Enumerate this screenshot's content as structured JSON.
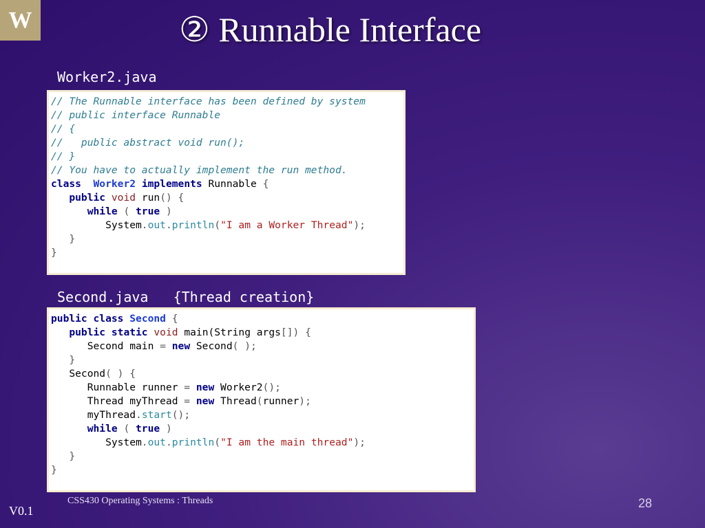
{
  "logo": {
    "text": "W",
    "color": "#b7a57a"
  },
  "title": "② Runnable Interface",
  "worker_label": "Worker2.java",
  "second_label": "Second.java   {Thread creation}",
  "footer": "CSS430 Operating Systems : Threads",
  "page_number": "28",
  "version": "V0.1",
  "worker_code": [
    [
      {
        "t": "// The Runnable interface has been defined by system",
        "c": "comment"
      }
    ],
    [
      {
        "t": "// public interface Runnable",
        "c": "comment"
      }
    ],
    [
      {
        "t": "// {",
        "c": "comment"
      }
    ],
    [
      {
        "t": "//   public abstract void run();",
        "c": "comment"
      }
    ],
    [
      {
        "t": "// }",
        "c": "comment"
      }
    ],
    [
      {
        "t": "// You have to actually implement the run method.",
        "c": "comment"
      }
    ],
    [
      {
        "t": "class",
        "c": "keyword"
      },
      {
        "t": "  "
      },
      {
        "t": "Worker2",
        "c": "class"
      },
      {
        "t": " "
      },
      {
        "t": "implements",
        "c": "keyword"
      },
      {
        "t": " Runnable "
      },
      {
        "t": "{",
        "c": "punct"
      }
    ],
    [
      {
        "t": "   "
      },
      {
        "t": "public",
        "c": "keyword"
      },
      {
        "t": " "
      },
      {
        "t": "void",
        "c": "type"
      },
      {
        "t": " run"
      },
      {
        "t": "() {",
        "c": "punct"
      }
    ],
    [
      {
        "t": "      "
      },
      {
        "t": "while",
        "c": "keyword"
      },
      {
        "t": " ( ",
        "c": "punct"
      },
      {
        "t": "true",
        "c": "keyword"
      },
      {
        "t": " )",
        "c": "punct"
      }
    ],
    [
      {
        "t": "         System"
      },
      {
        "t": ".",
        "c": "punct"
      },
      {
        "t": "out",
        "c": "member"
      },
      {
        "t": ".",
        "c": "punct"
      },
      {
        "t": "println",
        "c": "member"
      },
      {
        "t": "(",
        "c": "punct"
      },
      {
        "t": "\"I am a Worker Thread\"",
        "c": "string"
      },
      {
        "t": ");",
        "c": "punct"
      }
    ],
    [
      {
        "t": "   "
      },
      {
        "t": "}",
        "c": "punct"
      }
    ],
    [
      {
        "t": "}",
        "c": "punct"
      }
    ]
  ],
  "second_code": [
    [
      {
        "t": "public",
        "c": "keyword"
      },
      {
        "t": " "
      },
      {
        "t": "class",
        "c": "keyword"
      },
      {
        "t": " "
      },
      {
        "t": "Second",
        "c": "class"
      },
      {
        "t": " "
      },
      {
        "t": "{",
        "c": "punct"
      }
    ],
    [
      {
        "t": "   "
      },
      {
        "t": "public",
        "c": "keyword"
      },
      {
        "t": " "
      },
      {
        "t": "static",
        "c": "keyword"
      },
      {
        "t": " "
      },
      {
        "t": "void",
        "c": "type"
      },
      {
        "t": " main(String args"
      },
      {
        "t": "[]) {",
        "c": "punct"
      }
    ],
    [
      {
        "t": "      Second main "
      },
      {
        "t": "=",
        "c": "punct"
      },
      {
        "t": " "
      },
      {
        "t": "new",
        "c": "keyword"
      },
      {
        "t": " Second"
      },
      {
        "t": "( );",
        "c": "punct"
      }
    ],
    [
      {
        "t": "   "
      },
      {
        "t": "}",
        "c": "punct"
      }
    ],
    [
      {
        "t": "   Second"
      },
      {
        "t": "( ) {",
        "c": "punct"
      }
    ],
    [
      {
        "t": "      Runnable runner "
      },
      {
        "t": "=",
        "c": "punct"
      },
      {
        "t": " "
      },
      {
        "t": "new",
        "c": "keyword"
      },
      {
        "t": " Worker2"
      },
      {
        "t": "();",
        "c": "punct"
      }
    ],
    [
      {
        "t": "      Thread myThread "
      },
      {
        "t": "=",
        "c": "punct"
      },
      {
        "t": " "
      },
      {
        "t": "new",
        "c": "keyword"
      },
      {
        "t": " Thread"
      },
      {
        "t": "(",
        "c": "punct"
      },
      {
        "t": "runner"
      },
      {
        "t": ");",
        "c": "punct"
      }
    ],
    [
      {
        "t": "      myThread"
      },
      {
        "t": ".",
        "c": "punct"
      },
      {
        "t": "start",
        "c": "member"
      },
      {
        "t": "();",
        "c": "punct"
      }
    ],
    [
      {
        "t": "      "
      },
      {
        "t": "while",
        "c": "keyword"
      },
      {
        "t": " ( ",
        "c": "punct"
      },
      {
        "t": "true",
        "c": "keyword"
      },
      {
        "t": " )",
        "c": "punct"
      }
    ],
    [
      {
        "t": "         System"
      },
      {
        "t": ".",
        "c": "punct"
      },
      {
        "t": "out",
        "c": "member"
      },
      {
        "t": ".",
        "c": "punct"
      },
      {
        "t": "println",
        "c": "member"
      },
      {
        "t": "(",
        "c": "punct"
      },
      {
        "t": "\"I am the main thread\"",
        "c": "string"
      },
      {
        "t": ");",
        "c": "punct"
      }
    ],
    [
      {
        "t": "   "
      },
      {
        "t": "}",
        "c": "punct"
      }
    ],
    [
      {
        "t": "}",
        "c": "punct"
      }
    ]
  ]
}
